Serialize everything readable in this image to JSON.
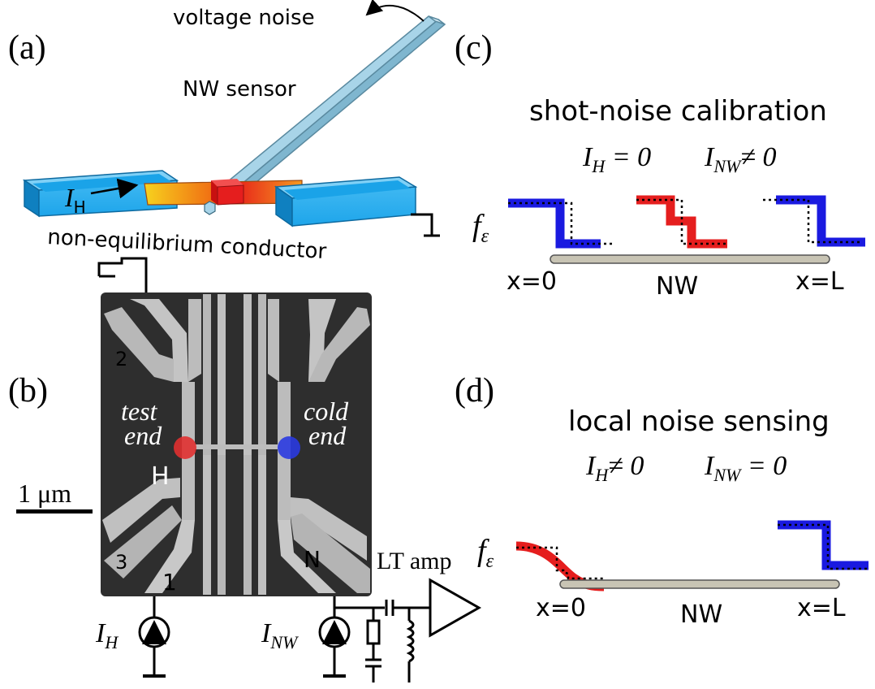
{
  "panel_labels": {
    "a": "(a)",
    "b": "(b)",
    "c": "(c)",
    "d": "(d)"
  },
  "panel_a": {
    "voltage_noise": "voltage noise",
    "nw_sensor": "NW sensor",
    "current_label": "I",
    "current_subscript": "H",
    "conductor_label": "non-equilibrium conductor"
  },
  "panel_b": {
    "test_end_line1": "test",
    "test_end_line2": "end",
    "cold_end_line1": "cold",
    "cold_end_line2": "end",
    "contact_H": "H",
    "contact_2": "2",
    "contact_3": "3",
    "contact_1": "1",
    "contact_N": "N",
    "scale_bar": "1 μm",
    "amp_label": "LT amp",
    "source_H_main": "I",
    "source_H_sub": "H",
    "source_NW_main": "I",
    "source_NW_sub": "NW"
  },
  "panel_c": {
    "title": "shot-noise calibration",
    "cond_left_main": "I",
    "cond_left_sub": "H",
    "cond_left_rel": " = 0",
    "cond_right_main": "I",
    "cond_right_sub": "NW",
    "cond_right_rel": "≠ 0",
    "f_main": "f",
    "f_sub": "ε",
    "x_left": "x=0",
    "nw": "NW",
    "x_right": "x=L"
  },
  "panel_d": {
    "title": "local noise sensing",
    "cond_left_main": "I",
    "cond_left_sub": "H",
    "cond_left_rel": "≠ 0",
    "cond_right_main": "I",
    "cond_right_sub": "NW",
    "cond_right_rel": " = 0",
    "f_main": "f",
    "f_sub": "ε",
    "x_left": "x=0",
    "nw": "NW",
    "x_right": "x=L"
  },
  "colors": {
    "pad_blue": "#1aa3e8",
    "hot_red": "#e51e1e",
    "cold_blue": "#1a1ae0",
    "sensor_blue": "#a8d4e8",
    "nw_gray": "#c8c4b4",
    "sem_bg": "#2e2e2e",
    "sem_lead": "#c4c4c4",
    "dot_red": "#e03030",
    "dot_blue": "#2a3ae0"
  }
}
